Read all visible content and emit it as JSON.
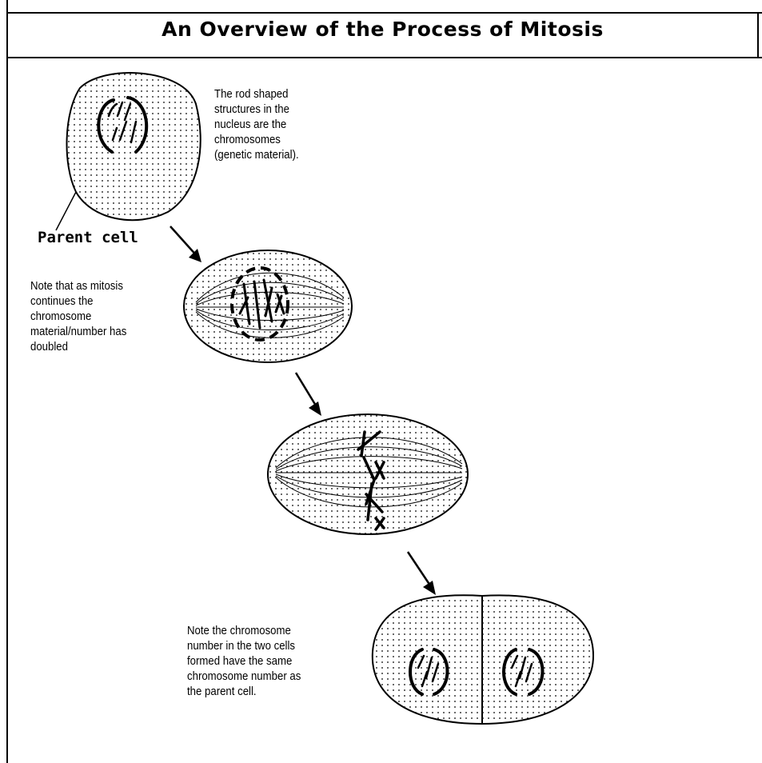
{
  "title": "An Overview of the Process of Mitosis",
  "notes": {
    "chromosomes": "The rod shaped\nstructures in the\nnucleus are the\nchromosomes\n(genetic material).",
    "doubled": "Note that as mitosis\ncontinues the\nchromosome\nmaterial/number has\ndoubled",
    "two_cells": "Note the chromosome\nnumber in the two cells\nformed have the same\nchromosome number as\nthe parent cell."
  },
  "labels": {
    "parent_cell": "Parent cell"
  }
}
